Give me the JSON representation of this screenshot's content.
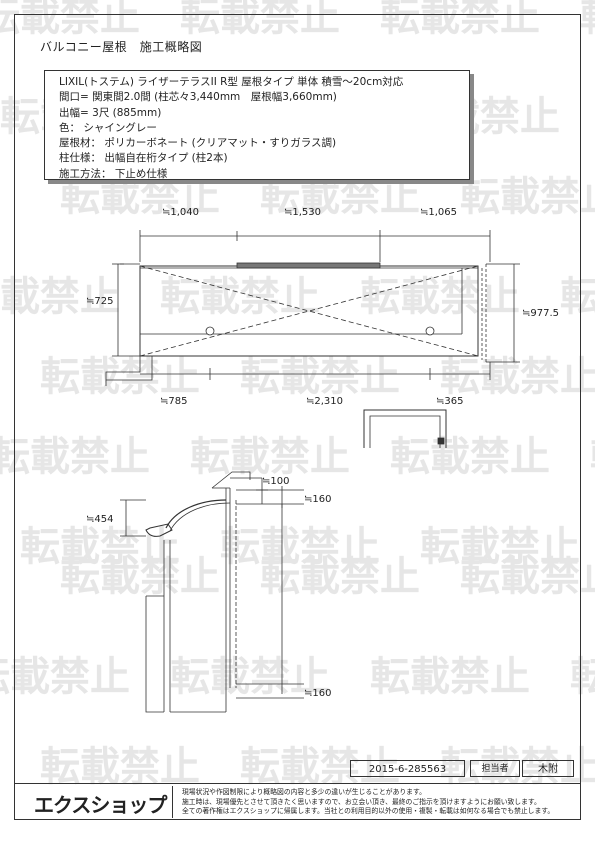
{
  "title": "バルコニー屋根　施工概略図",
  "spec": {
    "line1": "LIXIL(トステム) ライザーテラスII R型 屋根タイプ 単体 積雪～20cm対応",
    "line2": "間口= 関東間2.0間 (柱芯々3,440mm　屋根幅3,660mm)",
    "line3": "出幅= 3尺 (885mm)",
    "line4": "色： シャイングレー",
    "line5": "屋根材： ポリカーボネート (クリアマット・すりガラス調)",
    "line6": "柱仕様： 出幅自在桁タイプ (柱2本)",
    "line7": "施工方法： 下止め仕様"
  },
  "dims": {
    "top_left": "≒1,040",
    "top_mid": "≒1,530",
    "top_right": "≒1,065",
    "left_height": "≒725",
    "right_height": "≒977.5",
    "bottom_left": "≒785",
    "bottom_mid": "≒2,310",
    "bottom_right": "≒365",
    "side_100": "≒100",
    "side_160_top": "≒160",
    "side_454": "≒454",
    "side_160_bottom": "≒160"
  },
  "watermark_text": "転載禁止",
  "footer": {
    "code": "2015-6-285563",
    "tanto_label": "担当者",
    "tanto_name": "木附",
    "logo": "エクスショップ",
    "note1": "現場状況や作図制限により概略図の内容と多少の違いが生じることがあります。",
    "note2": "施工時は、現場優先とさせて頂きたく思いますので、お立会い頂き、最終のご指示を頂けますようにお願い致します。",
    "note3": "全ての著作権はエクスショップに帰属します。当社との利用目的以外の使用・複製・転載は如何なる場合でも禁止します。"
  }
}
